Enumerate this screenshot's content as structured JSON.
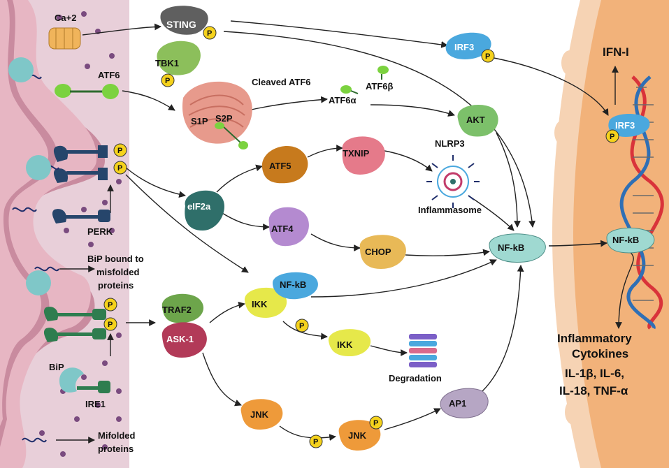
{
  "labels": {
    "ca": "Ca+2",
    "sting": "STING",
    "tbk1": "TBK1",
    "irf3_top": "IRF3",
    "ifn": "IFN-I",
    "atf6": "ATF6",
    "cleaved_atf6": "Cleaved ATF6",
    "atf6b": "ATF6β",
    "atf6a": "ATF6α",
    "s1p": "S1P",
    "s2p": "S2P",
    "akt": "AKT",
    "irf3_nuc": "IRF3",
    "atf5": "ATF5",
    "txnip": "TXNIP",
    "nlrp3": "NLRP3",
    "inflammasome": "Inflammasome",
    "eif2a": "eIF2a",
    "perk": "PERK",
    "atf4": "ATF4",
    "chop": "CHOP",
    "nfkb_main": "NF-kB",
    "nfkb_nuc": "NF-kB",
    "bip_bound_1": "BiP bound to",
    "bip_bound_2": "misfolded",
    "bip_bound_3": "proteins",
    "ikk1": "IKK",
    "nfkb_ikk": "NF-kB",
    "traf2": "TRAF2",
    "ask1": "ASK-1",
    "ikk2": "IKK",
    "degradation": "Degradation",
    "bip": "BiP",
    "ire1": "IRE1",
    "jnk1": "JNK",
    "jnk2": "JNK",
    "ap1": "AP1",
    "mis_1": "Mifolded",
    "mis_2": "proteins",
    "cyt_1": "Inflammatory",
    "cyt_2": "Cytokines",
    "cyt_3": "IL-1β, IL-6,",
    "cyt_4": "IL-18, TNF-α",
    "p": "P"
  },
  "colors": {
    "er_membrane": "#c98b9f",
    "er_lumen": "#e7b6c3",
    "cytosol_bg": "#e6d2dc",
    "nucleus": "#f2b27a",
    "sting": "#5f5f5f",
    "tbk1": "#8cbf5b",
    "irf3": "#4aa8de",
    "atf6": "#7bd23f",
    "golgi": "#e79a8c",
    "akt": "#7cc06a",
    "atf5": "#c77a1d",
    "txnip": "#e57a8a",
    "eif2a": "#2f6f6a",
    "atf4": "#b48ad0",
    "chop": "#e8b957",
    "nfkb": "#9fd9d1",
    "ikk": "#e6e84a",
    "traf2": "#6da54b",
    "ask1": "#b23a58",
    "jnk": "#ee9a3a",
    "ap1": "#b6a6c4",
    "phospho": "#f5d21c",
    "dna_red": "#d9333a",
    "dna_blue": "#2f6fb5"
  }
}
